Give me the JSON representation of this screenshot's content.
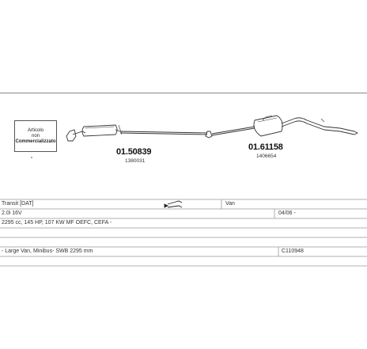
{
  "stamp": {
    "line1": "Articolo",
    "line2": "non",
    "line3": "Commercializzato"
  },
  "parts": [
    {
      "code": "01.50839",
      "ref": "1380031"
    },
    {
      "code": "01.61158",
      "ref": "1406654"
    }
  ],
  "table": {
    "model": "Transit  [DAT]",
    "body_type": "Van",
    "engine": "2.0i 16V",
    "date_range": "04/06 -",
    "engine_details": "2295 cc, 145 HP, 107 KW MF OEFC, CEFA -",
    "variant": "- Large Van, Minibus- SWB 2295 mm",
    "catalog_no": "C110948"
  },
  "icons": {
    "tailpipe": "exhaust-direction-icon"
  }
}
